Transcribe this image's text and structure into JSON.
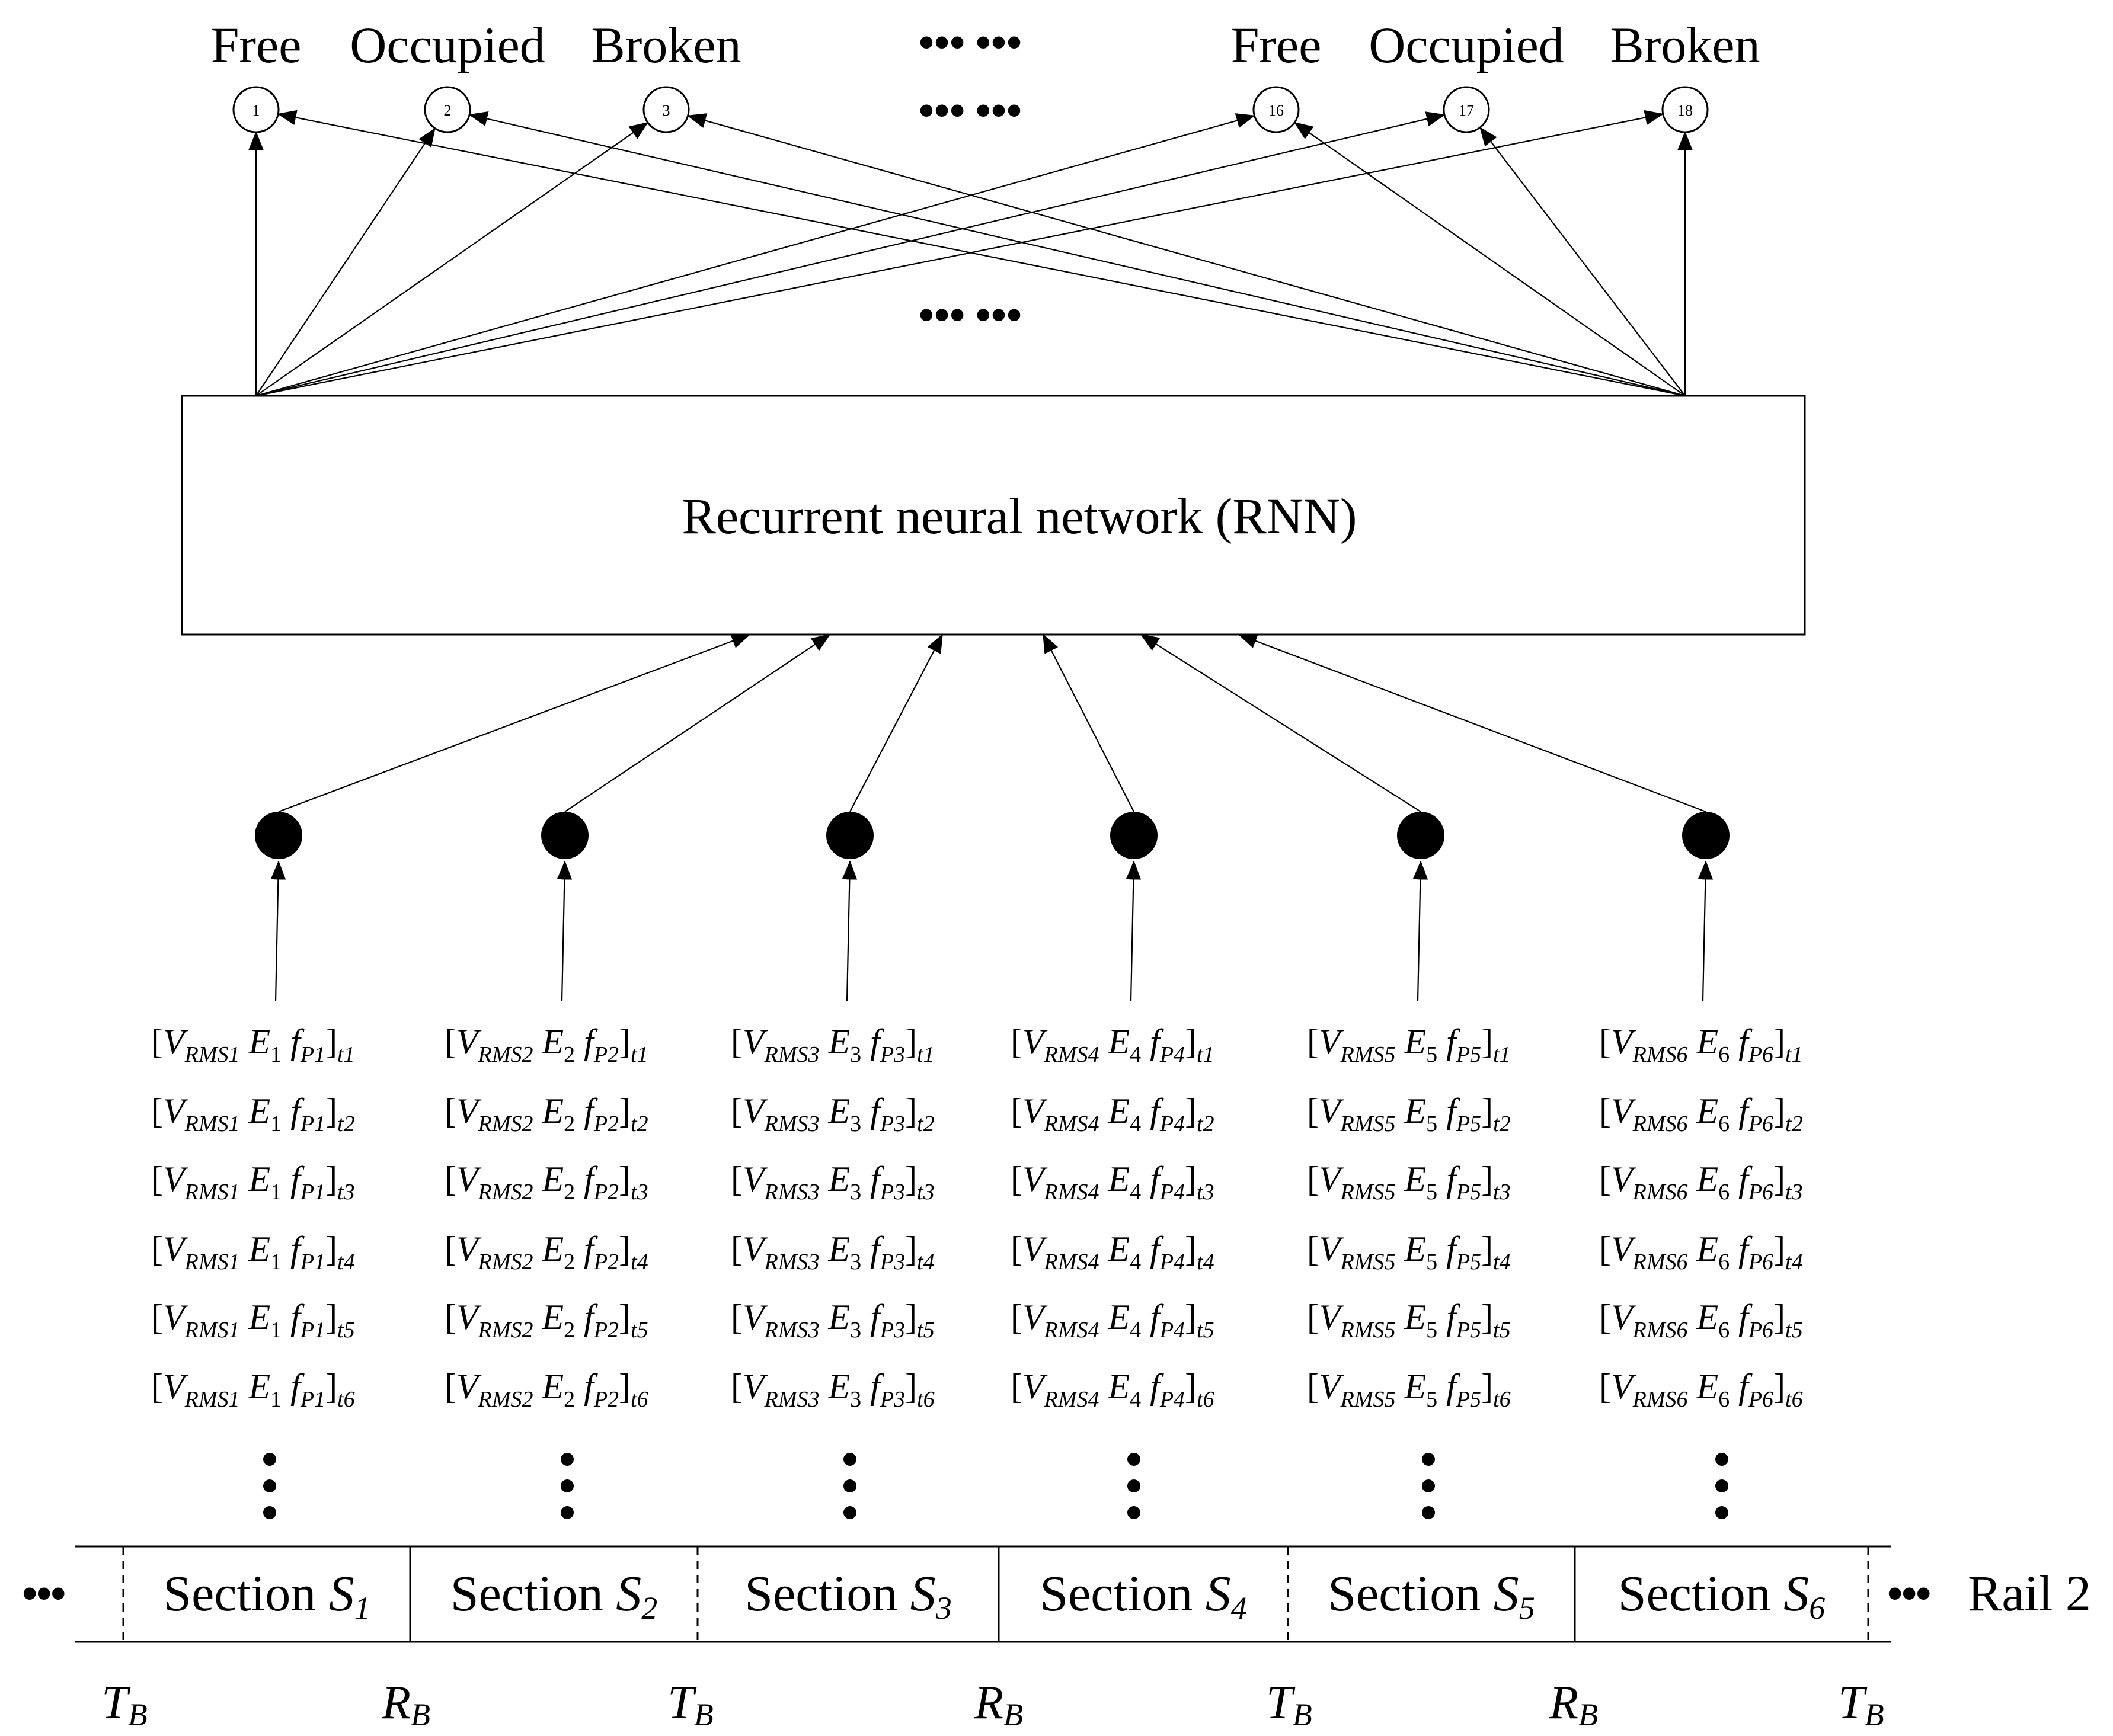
{
  "rnn_label": "Recurrent neural network (RNN)",
  "output_nodes": [
    {
      "num": "1",
      "label": "Free"
    },
    {
      "num": "2",
      "label": "Occupied"
    },
    {
      "num": "3",
      "label": "Broken"
    },
    {
      "num": "16",
      "label": "Free"
    },
    {
      "num": "17",
      "label": "Occupied"
    },
    {
      "num": "18",
      "label": "Broken"
    }
  ],
  "ellipsis_rows": [
    "••• •••",
    "••• •••",
    "••• •••"
  ],
  "sections": [
    {
      "word": "Section",
      "sym": "S",
      "idx": "1"
    },
    {
      "word": "Section",
      "sym": "S",
      "idx": "2"
    },
    {
      "word": "Section",
      "sym": "S",
      "idx": "3"
    },
    {
      "word": "Section",
      "sym": "S",
      "idx": "4"
    },
    {
      "word": "Section",
      "sym": "S",
      "idx": "5"
    },
    {
      "word": "Section",
      "sym": "S",
      "idx": "6"
    }
  ],
  "rail_label": "Rail 2",
  "rail_ellipsis": "•••",
  "feature_vectors": {
    "time_steps": [
      "t1",
      "t2",
      "t3",
      "t4",
      "t5",
      "t6"
    ],
    "columns": [
      {
        "rms": "RMS1",
        "e": "1",
        "fp": "P1"
      },
      {
        "rms": "RMS2",
        "e": "2",
        "fp": "P2"
      },
      {
        "rms": "RMS3",
        "e": "3",
        "fp": "P3"
      },
      {
        "rms": "RMS4",
        "e": "4",
        "fp": "P4"
      },
      {
        "rms": "RMS5",
        "e": "5",
        "fp": "P5"
      },
      {
        "rms": "RMS6",
        "e": "6",
        "fp": "P6"
      }
    ]
  },
  "boundary_labels": [
    {
      "sym": "T",
      "sub": "B"
    },
    {
      "sym": "R",
      "sub": "B"
    },
    {
      "sym": "T",
      "sub": "B"
    },
    {
      "sym": "R",
      "sub": "B"
    },
    {
      "sym": "T",
      "sub": "B"
    },
    {
      "sym": "R",
      "sub": "B"
    },
    {
      "sym": "T",
      "sub": "B"
    }
  ]
}
